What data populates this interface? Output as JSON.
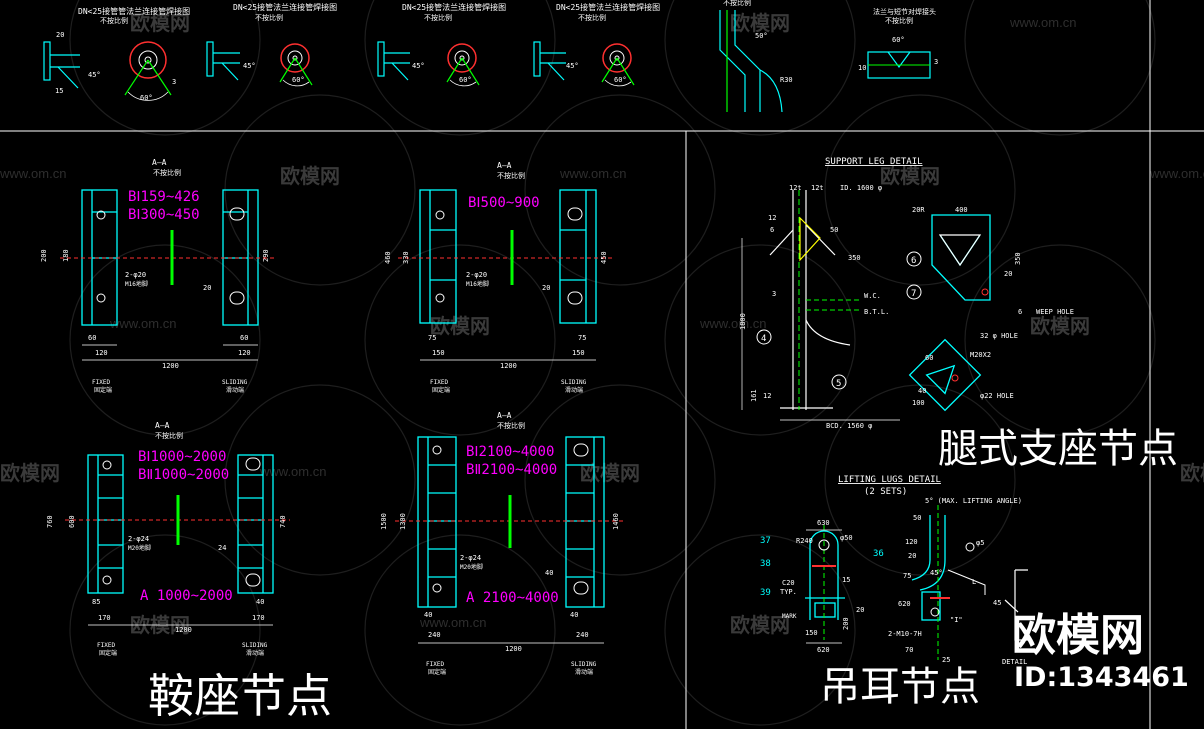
{
  "watermarks": {
    "brand": "欧模网",
    "site": "www.om.cn"
  },
  "top_strip": {
    "titles": [
      "DN<25接管管法兰连接管焊接图",
      "DN<25接管法兰连接管焊接图",
      "DN<25接管法兰连接管焊接图",
      "DN<25接管法兰连接管焊接图"
    ],
    "subtitle": "不按比例",
    "weld_title": "法兰与短节对焊接头",
    "nozzle_dims": [
      "20",
      "15",
      "45°",
      "60°",
      "3"
    ],
    "misc_dims": [
      "50°",
      "R30",
      "60°",
      "10",
      "3"
    ]
  },
  "saddle": {
    "section_title": "A—A",
    "scale_note": "不按比例",
    "d1": {
      "labels": [
        "BⅠ159~426",
        "BⅠ300~450"
      ],
      "h_total": "200",
      "h_inner": "180",
      "h_right": "290",
      "hole_note": "2-φ20",
      "hole_sub": "M16地脚",
      "w_left": "60",
      "w_right": "60",
      "w_base": "120",
      "span": "1200",
      "fixed": "FIXED",
      "fixed_cn": "固定端",
      "sliding": "SLIDING",
      "sliding_cn": "滑动端",
      "dim20": "20"
    },
    "d2": {
      "labels": [
        "BⅠ500~900"
      ],
      "h_total": "460",
      "h_inner": "330",
      "h_right": "450",
      "hole_note": "2-φ20",
      "hole_sub": "M16地脚",
      "w_left": "75",
      "w_right": "75",
      "w_base": "150",
      "dim20": "20"
    },
    "d3": {
      "labels": [
        "BⅠ1000~2000",
        "BⅡ1000~2000"
      ],
      "bottom_label": "A 1000~2000",
      "h_total": "760",
      "h_inner": "600",
      "h_right": "740",
      "hole_note": "2-φ24",
      "hole_sub": "M20地脚",
      "w_left": "85",
      "w_right": "40",
      "w_base": "170",
      "span": "1200",
      "dim24": "24",
      "fixed": "FIXED",
      "fixed_cn": "固定端",
      "sliding": "SLIDING",
      "sliding_cn": "滑动端"
    },
    "d4": {
      "labels": [
        "BⅠ2100~4000",
        "BⅡ2100~4000"
      ],
      "bottom_label": "A 2100~4000",
      "h_total": "1500",
      "h_inner": "1300",
      "h_right": "1460",
      "hole_note": "2-φ24",
      "hole_sub": "M20地脚",
      "w_left": "40",
      "w_right": "40",
      "w_base": "240",
      "span": "1200",
      "dim40": "40",
      "fixed": "FIXED",
      "fixed_cn": "固定端",
      "sliding": "SLIDING",
      "sliding_cn": "滑动端"
    },
    "big_label": "鞍座节点"
  },
  "support_leg": {
    "title": "SUPPORT LEG DETAIL",
    "dims": [
      "12t",
      "12t",
      "ID. 1600 φ",
      "12",
      "6",
      "50",
      "350",
      "3",
      "1800",
      "161",
      "12",
      "W.C.",
      "B.T.L.",
      "BCD. 1560 φ",
      "20R",
      "400",
      "350",
      "20",
      "6",
      "WEEP HOLE",
      "32 φ HOLE",
      "M20X2",
      "φ22 HOLE",
      "60",
      "40",
      "100"
    ],
    "callouts": [
      "4",
      "5",
      "6",
      "7"
    ],
    "big_label": "腿式支座节点"
  },
  "lifting_lugs": {
    "title": "LIFTING LUGS DETAIL",
    "subtitle": "(2 SETS)",
    "angle_note": "5° (MAX. LIFTING ANGLE)",
    "dims": [
      "630",
      "R240",
      "φ50",
      "C20",
      "TYP.",
      "MARK",
      "200",
      "150",
      "20",
      "15",
      "620",
      "50",
      "120",
      "20",
      "45°",
      "75",
      "620",
      "2-M10-7H",
      "70",
      "25",
      "45",
      "φ5",
      "DETAIL",
      "\"I\"",
      "L"
    ],
    "callouts": [
      "37",
      "38",
      "39",
      "36"
    ],
    "big_label": "吊耳节点"
  },
  "logo": {
    "name": "欧模网",
    "id": "ID:1343461"
  }
}
